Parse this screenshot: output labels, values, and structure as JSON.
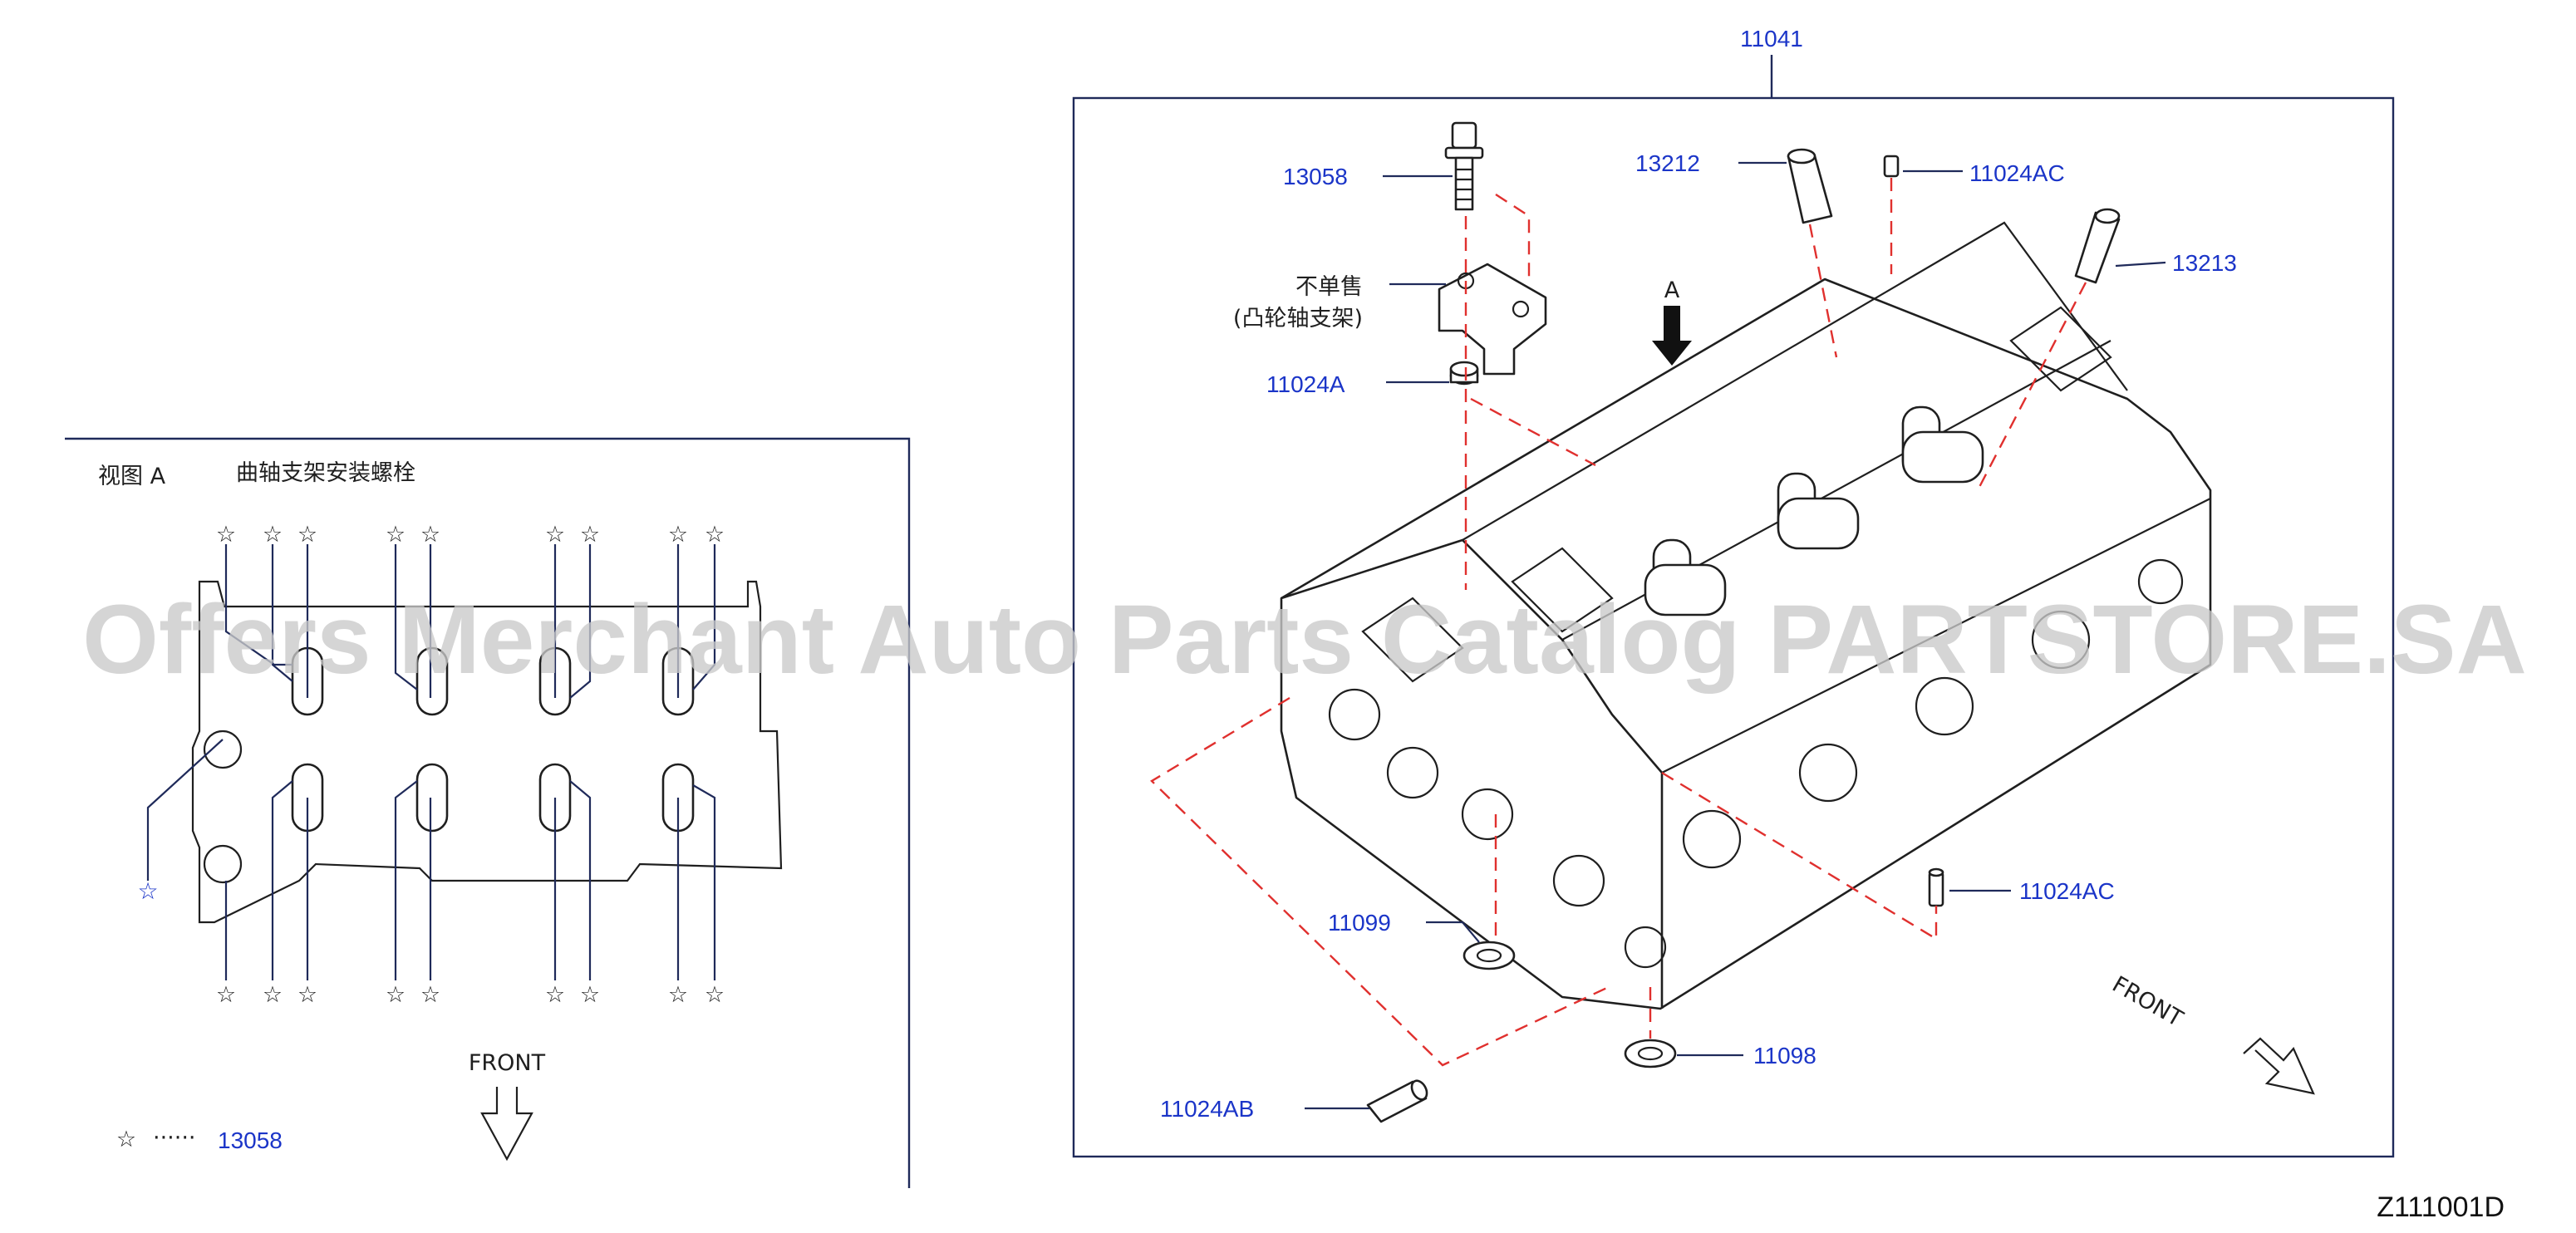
{
  "callouts": {
    "main_assembly": "11041",
    "bolt": "13058",
    "dowel_upper": "13212",
    "pin_top": "11024AC",
    "guide": "13213",
    "washer": "11024A",
    "seal_left": "11099",
    "pin_right": "11024AC",
    "seal_bottom": "11098",
    "pin_bottom": "11024AB"
  },
  "notes": {
    "not_sold_line1": "不单售",
    "not_sold_line2": "(凸轮轴支架)",
    "arrow_a": "A",
    "front_main": "FRONT"
  },
  "view_a": {
    "title": "视图 A",
    "subtitle": "曲轴支架安装螺栓",
    "front_label": "FRONT",
    "legend_symbol": "☆",
    "legend_dots": "······",
    "legend_part": "13058"
  },
  "watermark": "Offers Merchant Auto Parts Catalog PARTSTORE.SA",
  "diagram_code": "Z111001D"
}
